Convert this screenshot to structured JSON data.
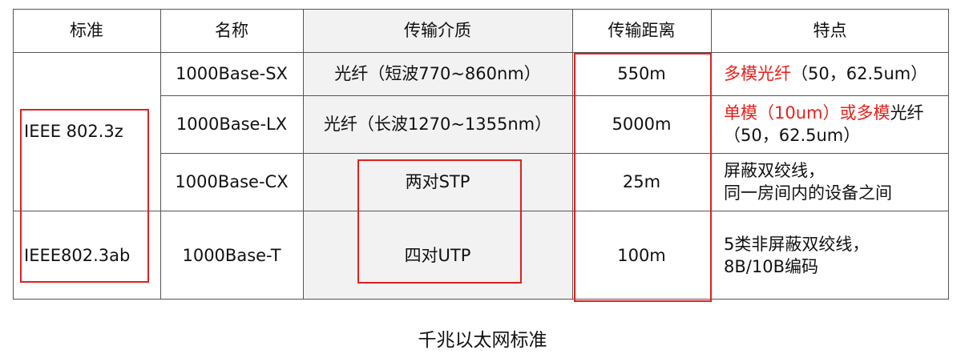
{
  "table": {
    "headers": [
      "标准",
      "名称",
      "传输介质",
      "传输距离",
      "特点"
    ],
    "standards": [
      "IEEE 802.3z",
      "IEEE802.3ab"
    ],
    "rows": [
      {
        "name": "1000Base-SX",
        "medium": "光纤（短波770~860nm）",
        "distance": "550m",
        "feature_red": "多模光纤",
        "feature_black": "（50，62.5um）"
      },
      {
        "name": "1000Base-LX",
        "medium": "光纤（长波1270~1355nm）",
        "distance": "5000m",
        "feature_red": "单模（10um）或多模",
        "feature_black": "光纤（50，62.5um）"
      },
      {
        "name": "1000Base-CX",
        "medium": "两对STP",
        "distance": "25m",
        "feature_line1": "屏蔽双绞线，",
        "feature_line2": "同一房间内的设备之间"
      },
      {
        "name": "1000Base-T",
        "medium": "四对UTP",
        "distance": "100m",
        "feature_line1": "5类非屏蔽双绞线，",
        "feature_line2": "8B/10B编码"
      }
    ]
  },
  "caption": "千兆以太网标准",
  "colors": {
    "highlight": "#e02020",
    "red_text": "#e8201a",
    "medium_bg": "#f2f2f2",
    "grid": "#555555"
  }
}
